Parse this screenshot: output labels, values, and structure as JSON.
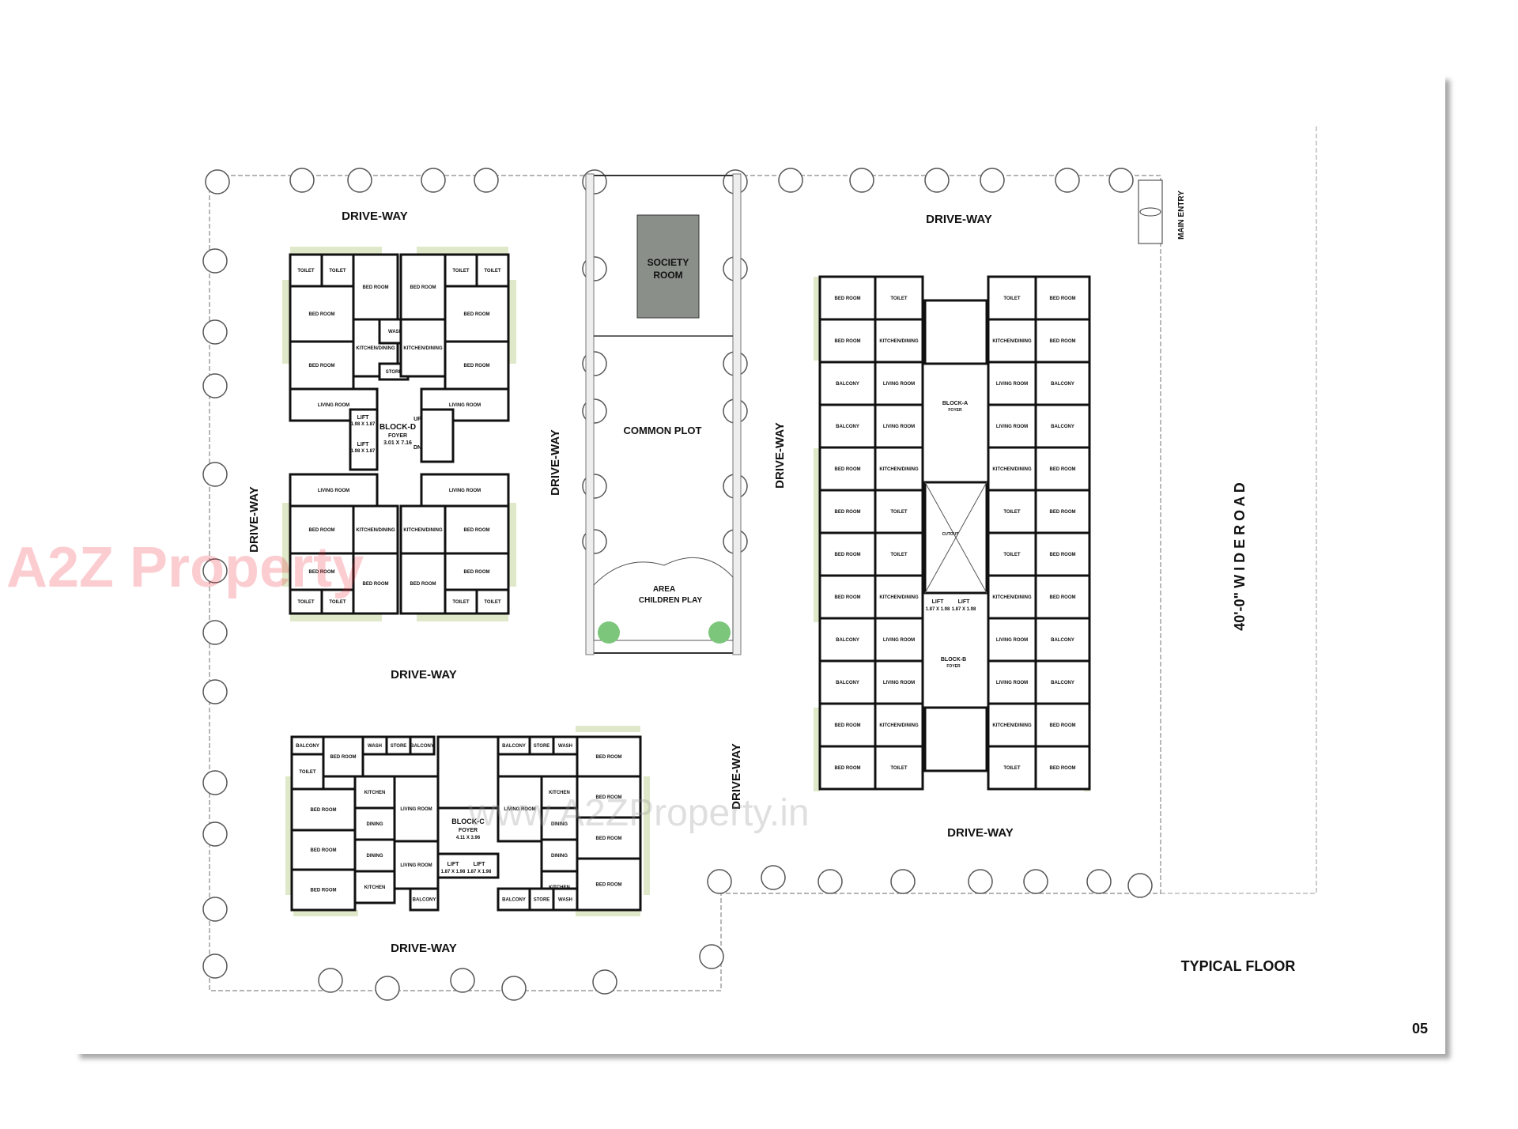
{
  "drawing": {
    "drive_way_labels": [
      "DRIVE-WAY",
      "DRIVE-WAY",
      "DRIVE-WAY",
      "DRIVE-WAY",
      "DRIVE-WAY",
      "DRIVE-WAY",
      "DRIVE-WAY",
      "DRIVE-WAY",
      "DRIVE-WAY"
    ],
    "society_room": [
      "SOCIETY",
      "ROOM"
    ],
    "common_plot": "COMMON PLOT",
    "children_play": [
      "AREA",
      "CHILDREN PLAY"
    ],
    "road": "40'-0\"  W I D E  R O A D",
    "main_entry": "MAIN ENTRY",
    "sheet_title": "TYPICAL FLOOR",
    "page_number": "05",
    "blocks": {
      "d": {
        "name": "BLOCK-D",
        "foyer": "FOYER",
        "foyer_size": "3.01 X 7.16",
        "lift": "LIFT",
        "lift_size": "1.98 X 1.87",
        "up": "UP",
        "dn": "DN"
      },
      "a": {
        "name": "BLOCK-A",
        "foyer": "FOYER"
      },
      "b": {
        "name": "BLOCK-B",
        "foyer": "FOYER"
      },
      "c": {
        "name": "BLOCK-C",
        "foyer": "FOYER",
        "foyer_size": "4.11 X 3.96",
        "lift": "LIFT",
        "lift_size": "1.87 X 1.98"
      },
      "ab_lift": {
        "lift": "LIFT",
        "lift_size": "1.87 X 1.98",
        "cutout": "CUTOUT"
      }
    },
    "rooms": {
      "toilet": "TOILET",
      "bed": "BED ROOM",
      "kitchen_dining": "KITCHEN/DINING",
      "kitchen": "KITCHEN",
      "dining": "DINING",
      "living": "LIVING ROOM",
      "balcony": "BALCONY",
      "wash": "WASH",
      "store": "STORE"
    }
  },
  "watermarks": {
    "logo": "A2Z Property",
    "url": "www.A2ZProperty.in"
  },
  "colors": {
    "green_strip": "#dfe8c8",
    "play_green": "#7bc67a",
    "society_fill": "#8a8f8a"
  }
}
